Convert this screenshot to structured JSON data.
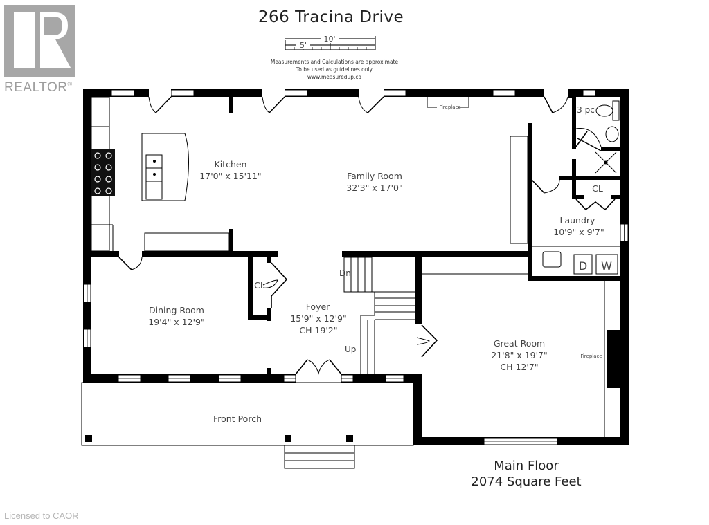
{
  "logo": {
    "letter": "R",
    "text": "REALTOR",
    "registered": "®"
  },
  "header": {
    "title": "266 Tracina Drive",
    "scale": {
      "long_label": "10'",
      "short_label": "5'"
    },
    "notes": [
      "Measurements and Calculations are approximate",
      "To be used as guidelines only",
      "www.measuredup.ca"
    ]
  },
  "rooms": {
    "kitchen": {
      "name": "Kitchen",
      "size": "17'0\" x 15'11\""
    },
    "family_room": {
      "name": "Family Room",
      "size": "32'3\" x 17'0\""
    },
    "bath": {
      "name": "3 pc"
    },
    "closet_laundry": {
      "name": "CL"
    },
    "laundry": {
      "name": "Laundry",
      "size": "10'9\" x 9'7\""
    },
    "washer": "W",
    "dryer": "D",
    "dining_room": {
      "name": "Dining Room",
      "size": "19'4\" x 12'9\""
    },
    "closet_foyer": {
      "name": "CL"
    },
    "foyer": {
      "name": "Foyer",
      "size": "15'9\" x 12'9\"",
      "ceiling": "CH 19'2\""
    },
    "stairs_down": "Dn",
    "stairs_up": "Up",
    "great_room": {
      "name": "Great Room",
      "size": "21'8\" x 19'7\"",
      "ceiling": "CH 12'7\""
    },
    "front_porch": {
      "name": "Front Porch"
    },
    "fireplace_family": "Fireplace",
    "fireplace_great": "Fireplace"
  },
  "footer": {
    "floor": "Main Floor",
    "area": "2074 Square Feet"
  },
  "license": "Licensed to CAOR"
}
